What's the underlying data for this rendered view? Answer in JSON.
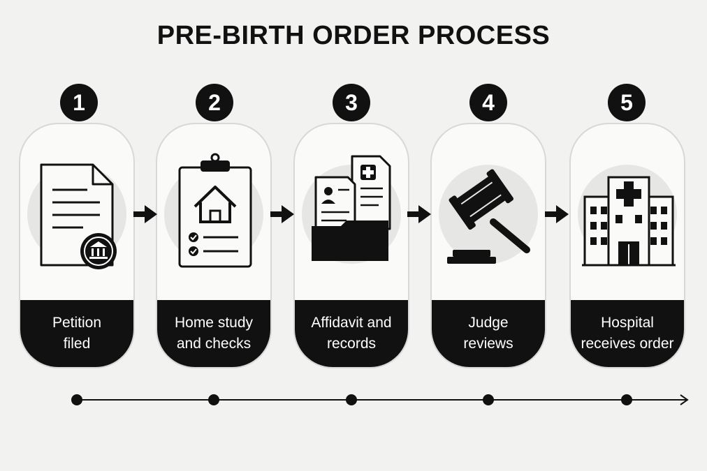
{
  "title": "PRE-BIRTH ORDER PROCESS",
  "steps": [
    {
      "number": "1",
      "label": "Petition\nfiled",
      "icon": "document-with-courthouse-seal-icon"
    },
    {
      "number": "2",
      "label": "Home study\nand checks",
      "icon": "clipboard-house-checklist-icon"
    },
    {
      "number": "3",
      "label": "Affidavit and\nrecords",
      "icon": "folder-with-records-icon"
    },
    {
      "number": "4",
      "label": "Judge\nreviews",
      "icon": "gavel-icon"
    },
    {
      "number": "5",
      "label": "Hospital\nreceives order",
      "icon": "hospital-icon"
    }
  ],
  "colors": {
    "dark": "#111111",
    "background": "#f2f2f1",
    "card": "#fafaf9",
    "icon_circle": "#e6e6e5"
  }
}
